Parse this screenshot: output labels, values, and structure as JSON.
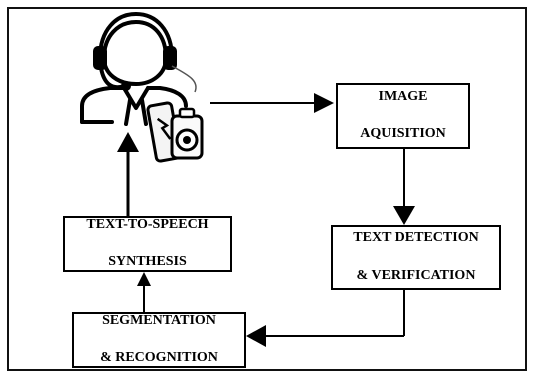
{
  "diagram": {
    "nodes": {
      "image_acquisition": {
        "line1": "IMAGE",
        "line2": "AQUISITION"
      },
      "text_detection": {
        "line1": "TEXT DETECTION",
        "line2": "&  VERIFICATION"
      },
      "segmentation": {
        "line1": "SEGMENTATION",
        "line2": "& RECOGNITION"
      },
      "tts": {
        "line1": "TEXT-TO-SPEECH",
        "line2": "SYNTHESIS"
      }
    },
    "edges": [
      {
        "from": "user",
        "to": "image_acquisition"
      },
      {
        "from": "image_acquisition",
        "to": "text_detection"
      },
      {
        "from": "text_detection",
        "to": "segmentation"
      },
      {
        "from": "segmentation",
        "to": "tts"
      },
      {
        "from": "tts",
        "to": "user"
      }
    ],
    "icons": [
      "user-with-headset-icon",
      "smartphone-icon",
      "camera-icon"
    ]
  }
}
